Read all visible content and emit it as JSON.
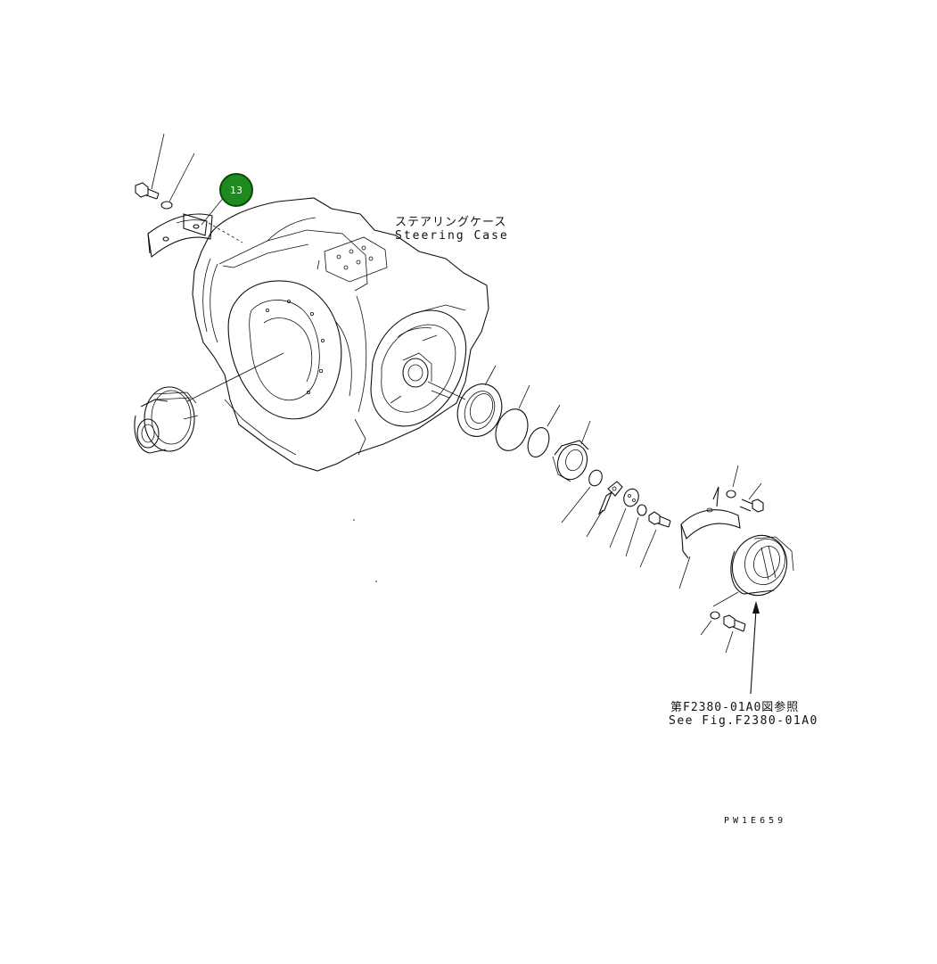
{
  "labels": {
    "steering_case_jp": "ステアリングケース",
    "steering_case_en": "Steering Case",
    "see_fig_jp": "第F2380-01A0図参照",
    "see_fig_en": "See Fig.F2380-01A0",
    "drawing_number": "PW1E659"
  },
  "callouts": [
    {
      "number": "13",
      "color": "#1f8a1f"
    }
  ],
  "colors": {
    "line": "#111111",
    "background": "#ffffff",
    "callout_fill": "#1f8a1f"
  }
}
